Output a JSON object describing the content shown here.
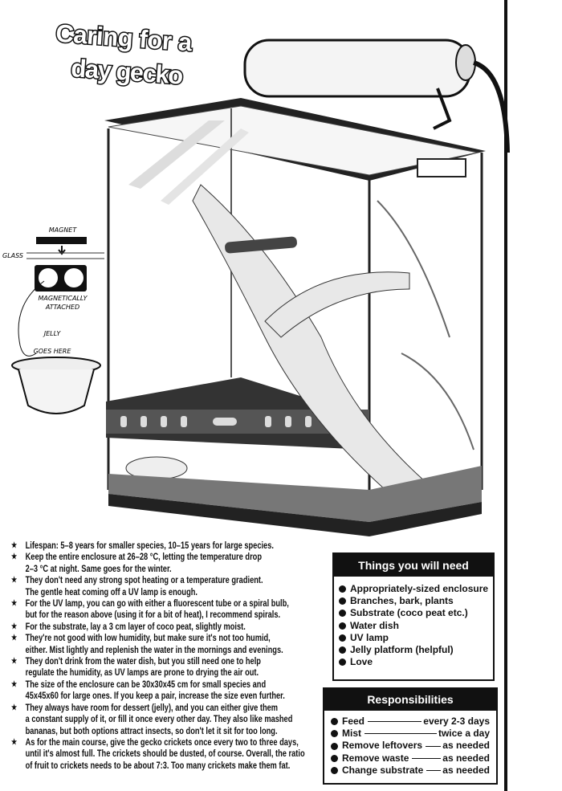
{
  "title": {
    "line1": "Caring for a",
    "line2": "day gecko"
  },
  "diagram": {
    "magnet_label": "MAGNET",
    "glass_label": "GLASS",
    "attached_label_1": "MAGNETICALLY",
    "attached_label_2": "ATTACHED",
    "jelly_label_1": "JELLY",
    "jelly_label_2": "GOES HERE"
  },
  "notes": [
    [
      "Lifespan: 5–8 years for smaller species, 10–15 years for large species."
    ],
    [
      "Keep the entire enclosure at 26–28 °C, letting the temperature drop",
      "2–3 °C at night. Same goes for the winter."
    ],
    [
      "They don't need any strong spot heating or a temperature gradient.",
      "The gentle heat coming off a UV lamp is enough."
    ],
    [
      "For the UV lamp, you can go with either a fluorescent tube or a spiral bulb,",
      "but for the reason above (using it for a bit of heat), I recommend spirals."
    ],
    [
      "For the substrate, lay a 3 cm layer of coco peat, slightly moist."
    ],
    [
      "They're not good with low humidity, but make sure it's not too humid,",
      "either. Mist lightly and replenish the water in the mornings and evenings."
    ],
    [
      "They don't drink from the water dish, but you still need one to help",
      "regulate the humidity, as UV lamps are prone to drying the air out."
    ],
    [
      "The size of the enclosure can be 30x30x45 cm for small species and",
      "45x45x60 for large ones. If you keep a pair, increase the size even further."
    ],
    [
      "They always have room for dessert (jelly), and you can either give them",
      "a constant supply of it, or fill it once every other day. They also like mashed",
      "bananas, but both options attract insects, so don't let it sit for too long."
    ],
    [
      "As for the main course, give the gecko crickets once every two to three days,",
      "until it's almost full. The crickets should be dusted, of course. Overall, the ratio",
      "of fruit to crickets needs to be about 7:3. Too many crickets make them fat."
    ]
  ],
  "needs": {
    "title": "Things you will need",
    "items": [
      "Appropriately-sized enclosure",
      "Branches, bark, plants",
      "Substrate (coco peat etc.)",
      "Water dish",
      "UV lamp",
      "Jelly platform (helpful)",
      "Love"
    ]
  },
  "responsibilities": {
    "title": "Responsibilities",
    "items": [
      {
        "task": "Feed",
        "freq": "every 2-3 days"
      },
      {
        "task": "Mist",
        "freq": "twice a day"
      },
      {
        "task": "Remove leftovers",
        "freq": "as needed"
      },
      {
        "task": "Remove waste",
        "freq": "as needed"
      },
      {
        "task": "Change substrate",
        "freq": "as needed"
      }
    ]
  }
}
